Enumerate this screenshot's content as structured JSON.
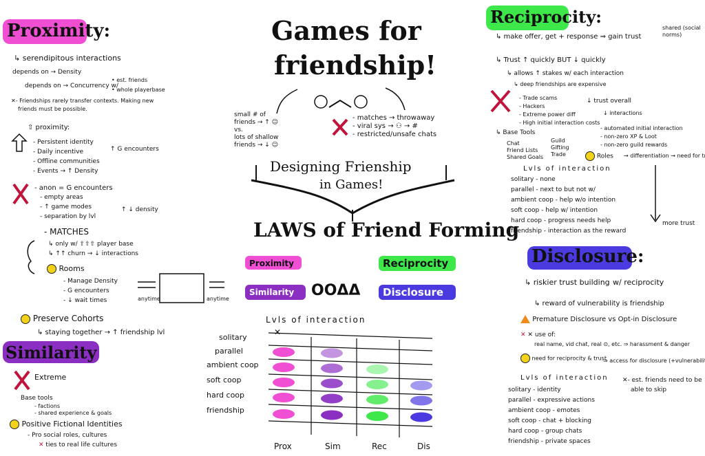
{
  "colors": {
    "proximity": "#f04fd4",
    "similarity": "#8a2fc2",
    "reciprocity": "#3ee84a",
    "disclosure": "#4a3ae0"
  },
  "title": {
    "line1": "Games for",
    "line2": "friendship!"
  },
  "designing": {
    "line1": "Designing Frienship",
    "line2": "in Games!"
  },
  "laws": {
    "title": "LAWS of Friend Forming",
    "proximity": "Proximity",
    "similarity": "Similarity",
    "reciprocity": "Reciprocity",
    "disclosure": "Disclosure",
    "sim_glyphs": "OOΔΔ"
  },
  "center_notes": {
    "left": [
      "small # of",
      "friends → ↑ ☺",
      "vs.",
      "lots of shallow",
      "friends → ↓ ☺"
    ],
    "right": [
      "- matches → throwaway",
      "- viral sys → ⚇ → #",
      "- restricted/unsafe chats"
    ]
  },
  "proximity": {
    "heading": "Proximity:",
    "lines": [
      "↳ serendipitous interactions",
      "depends on → Density",
      "depends on → Concurrency w/",
      "• est. friends",
      "• whole playerbase",
      "✕- Friendships rarely transfer contexts. Making new",
      "friends must be possible.",
      "⇧ proximity:",
      "- Persistent identity",
      "- Daily incentive",
      "- Offline communities",
      "- Events → ↑ Density",
      "↑ G encounters",
      "- anon = G encounters",
      "- empty areas",
      "- ↑ game modes",
      "- separation by lvl",
      "↑ ↓ density",
      "- MATCHES",
      "↳ only w/ ⇧⇧⇧ player base",
      "↳ ↑↑ churn → ↓ interactions",
      "Rooms",
      "- Manage Density",
      "- G encounters",
      "- ↓ wait times",
      "Preserve Cohorts",
      "↳ staying together → ↑ friendship lvl",
      "anytime",
      "anytime"
    ]
  },
  "similarity": {
    "heading": "Similarity",
    "lines": [
      "Extreme",
      "Base tools",
      "- factions",
      "- shared experience & goals",
      "Positive Fictional Identities",
      "- Pro social roles, cultures",
      "ties to real life cultures"
    ]
  },
  "reciprocity": {
    "heading": "Reciprocity:",
    "lines": [
      "↳ make offer, get + response ⇒ gain trust",
      "shared (social norms)",
      "↳ Trust ↑ quickly BUT ↓ quickly",
      "↳ allows ↑ stakes w/ each interaction",
      "↳ deep friendships are expensive",
      "- Trade scams",
      "- Hackers",
      "- Extreme power diff",
      "- High initial interaction costs",
      "↓ trust overall",
      "↓ interactions",
      "↳ Base Tools",
      "Chat",
      "Friend Lists",
      "Shared Goals",
      "Guild",
      "Gifting",
      "Trade",
      "- automated initial interaction",
      "- non-zero XP & Loot",
      "- non-zero guild rewards",
      "Roles",
      "→ differentiation → need for trust",
      "Lvls of interaction",
      "solitary - none",
      "parallel - next to but not w/",
      "ambient coop - help w/o intention",
      "soft coop - help w/ intention",
      "hard coop - progress needs help",
      "friendship - interaction as the reward",
      "more trust"
    ]
  },
  "disclosure": {
    "heading": "Disclosure:",
    "lines": [
      "↳ riskier trust building",
      "w/ reciprocity",
      "↳ reward of vulnerability is friendship",
      "Premature Disclosure vs Opt-in Disclosure",
      "✕ use of:",
      "real name, vid chat, real ⊙, etc. ⇒ harassment & danger",
      "need for reciprocity & trust",
      "⇒ access for disclosure (+vulnerability)",
      "Lvls of interaction",
      "solitary - identity",
      "parallel - expressive actions",
      "ambient coop - emotes",
      "soft coop - chat + blocking",
      "hard coop - group chats",
      "friendship - private spaces",
      "✕- est. friends need to be",
      "able to skip"
    ]
  },
  "matrix": {
    "title": "Lvls of interaction",
    "rows": [
      "solitary",
      "parallel",
      "ambient coop",
      "soft coop",
      "hard coop",
      "friendship"
    ],
    "cols": [
      "Prox",
      "Sim",
      "Rec",
      "Dis"
    ],
    "solitary_mark": "✕",
    "levels": [
      [
        0,
        0,
        0,
        0
      ],
      [
        1,
        0.35,
        0,
        0
      ],
      [
        1,
        0.6,
        0.25,
        0
      ],
      [
        1,
        0.8,
        0.5,
        0.35
      ],
      [
        1,
        0.9,
        0.75,
        0.6
      ],
      [
        1,
        1,
        1,
        1
      ]
    ]
  }
}
